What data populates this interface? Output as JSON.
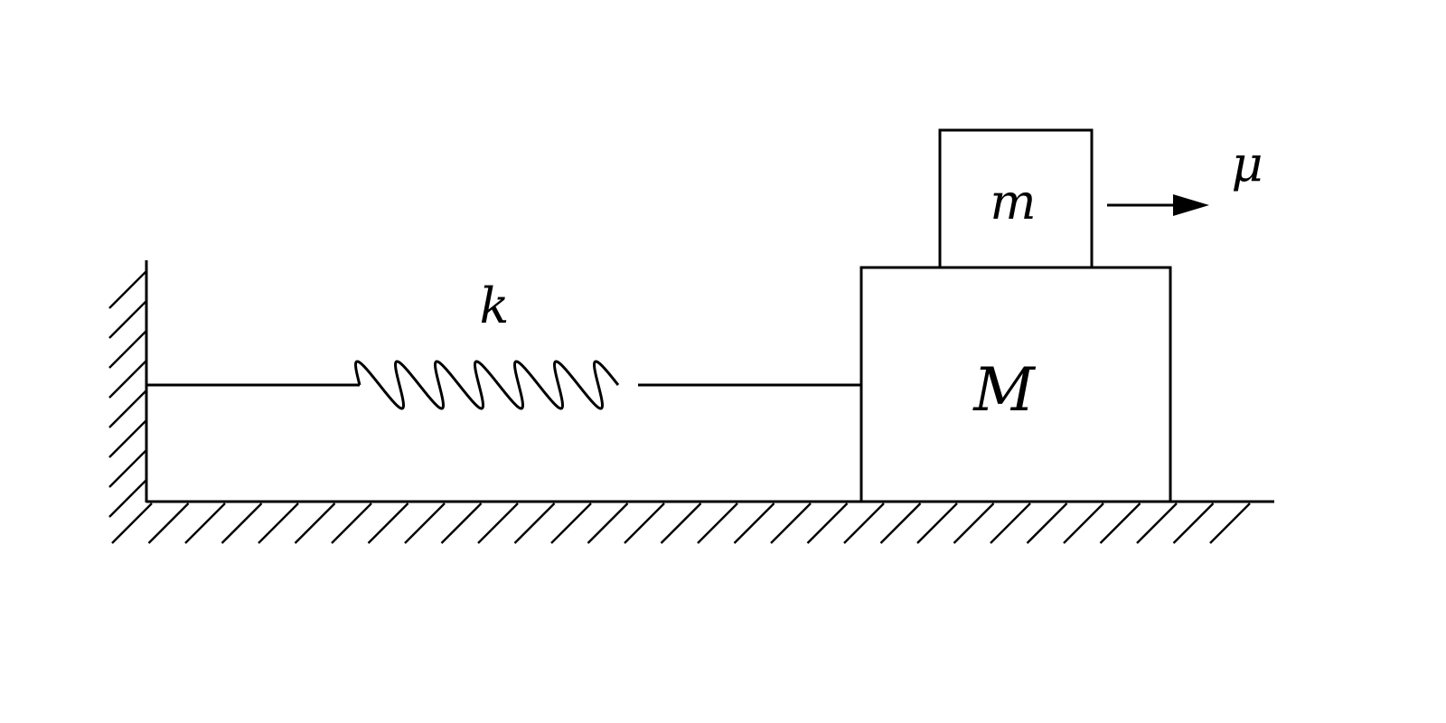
{
  "diagram": {
    "labels": {
      "spring": "k",
      "block_large": "M",
      "block_small": "m",
      "velocity": "μ"
    },
    "colors": {
      "stroke": "#000000",
      "background": "#ffffff"
    }
  }
}
